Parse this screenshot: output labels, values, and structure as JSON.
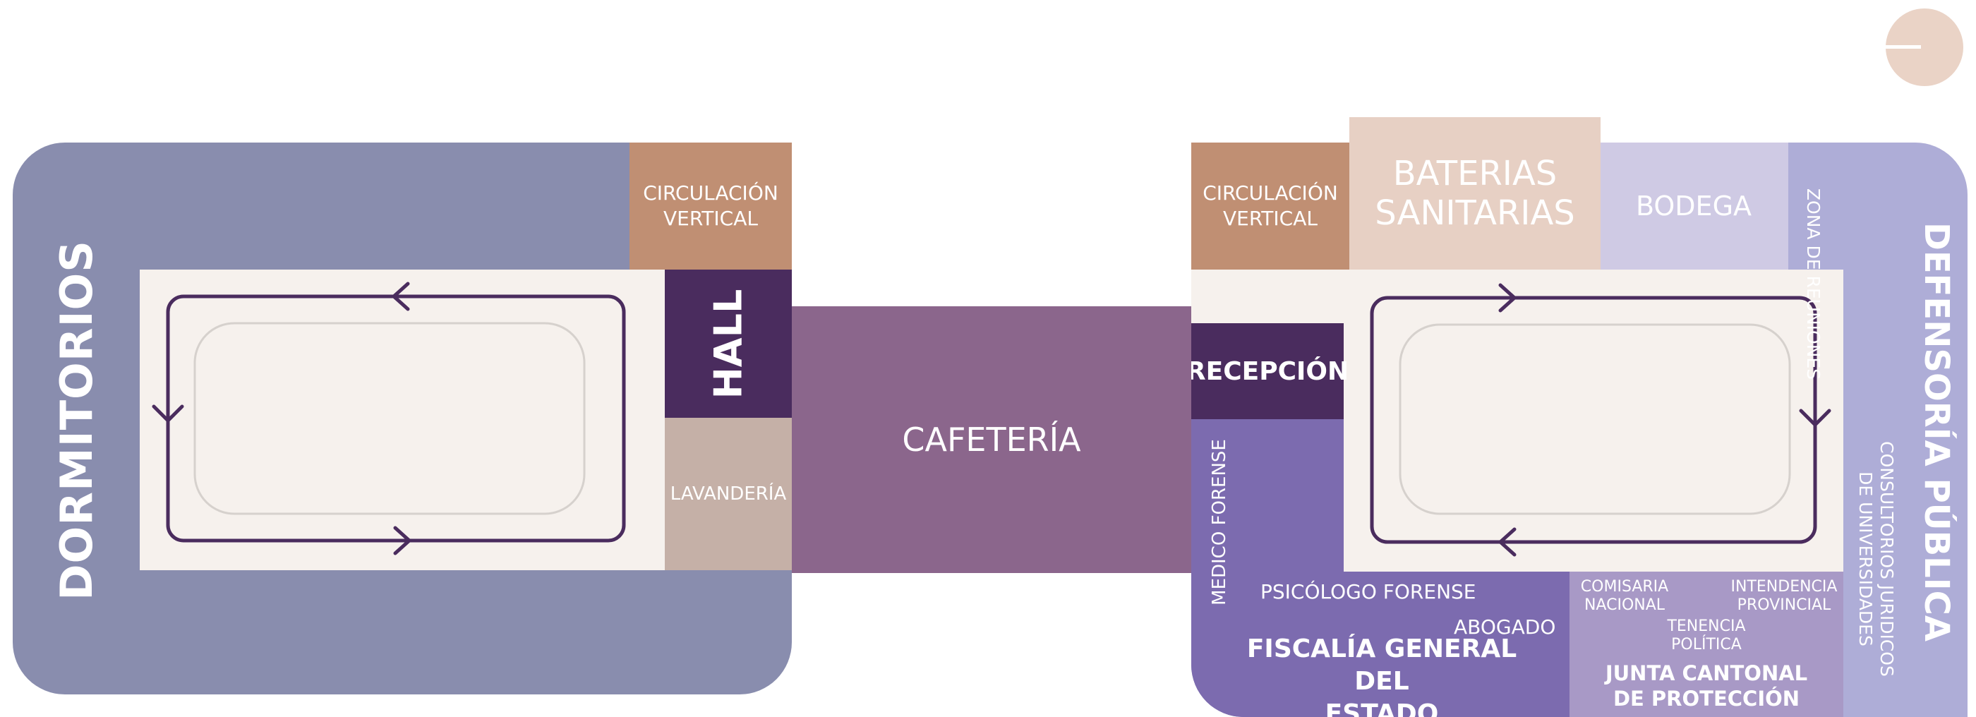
{
  "colors": {
    "slate": "#898dae",
    "copper": "#c08f73",
    "plum_dark": "#4a2c5e",
    "taupe": "#c5b0a7",
    "cream": "#f6f1ed",
    "mauve": "#8b668c",
    "peach": "#e7d0c4",
    "lavender_light": "#cfcae4",
    "periwinkle": "#aeadd7",
    "violet": "#7c6baf",
    "lilac": "#a899c6",
    "circle": "#ead3c6",
    "path": "#4a2c5e"
  },
  "left_block": {
    "dormitorios": "DORMITORIOS",
    "circulacion_line1": "CIRCULACIÓN",
    "circulacion_line2": "VERTICAL",
    "hall": "HALL",
    "lavanderia": "LAVANDERÍA"
  },
  "center": {
    "cafeteria": "CAFETERÍA"
  },
  "right_block": {
    "circulacion_line1": "CIRCULACIÓN",
    "circulacion_line2": "VERTICAL",
    "baterias_line1": "BATERIAS",
    "baterias_line2": "SANITARIAS",
    "bodega": "BODEGA",
    "zona_reuniones": "ZONA DE REUNIONES",
    "defensoria": "DEFENSORÍA PÚBLICA",
    "consultorios_line1": "CONSULTORIOS JURIDICOS",
    "consultorios_line2": "DE UNIVERSIDADES",
    "recepcion": "RECEPCIÓN",
    "medico_forense": "MEDICO FORENSE",
    "psicologo_forense": "PSICÓLOGO FORENSE",
    "abogado": "ABOGADO",
    "fiscalia_line1": "FISCALÍA GENERAL DEL",
    "fiscalia_line2": "ESTADO",
    "comisaria_line1": "COMISARIA",
    "comisaria_line2": "NACIONAL",
    "intendencia_line1": "INTENDENCIA",
    "intendencia_line2": "PROVINCIAL",
    "tenencia_line1": "TENENCIA",
    "tenencia_line2": "POLÍTICA",
    "junta_line1": "JUNTA CANTONAL",
    "junta_line2": "DE PROTECCIÓN"
  },
  "icons": {
    "corner_circle": "circle-with-dash-icon"
  }
}
